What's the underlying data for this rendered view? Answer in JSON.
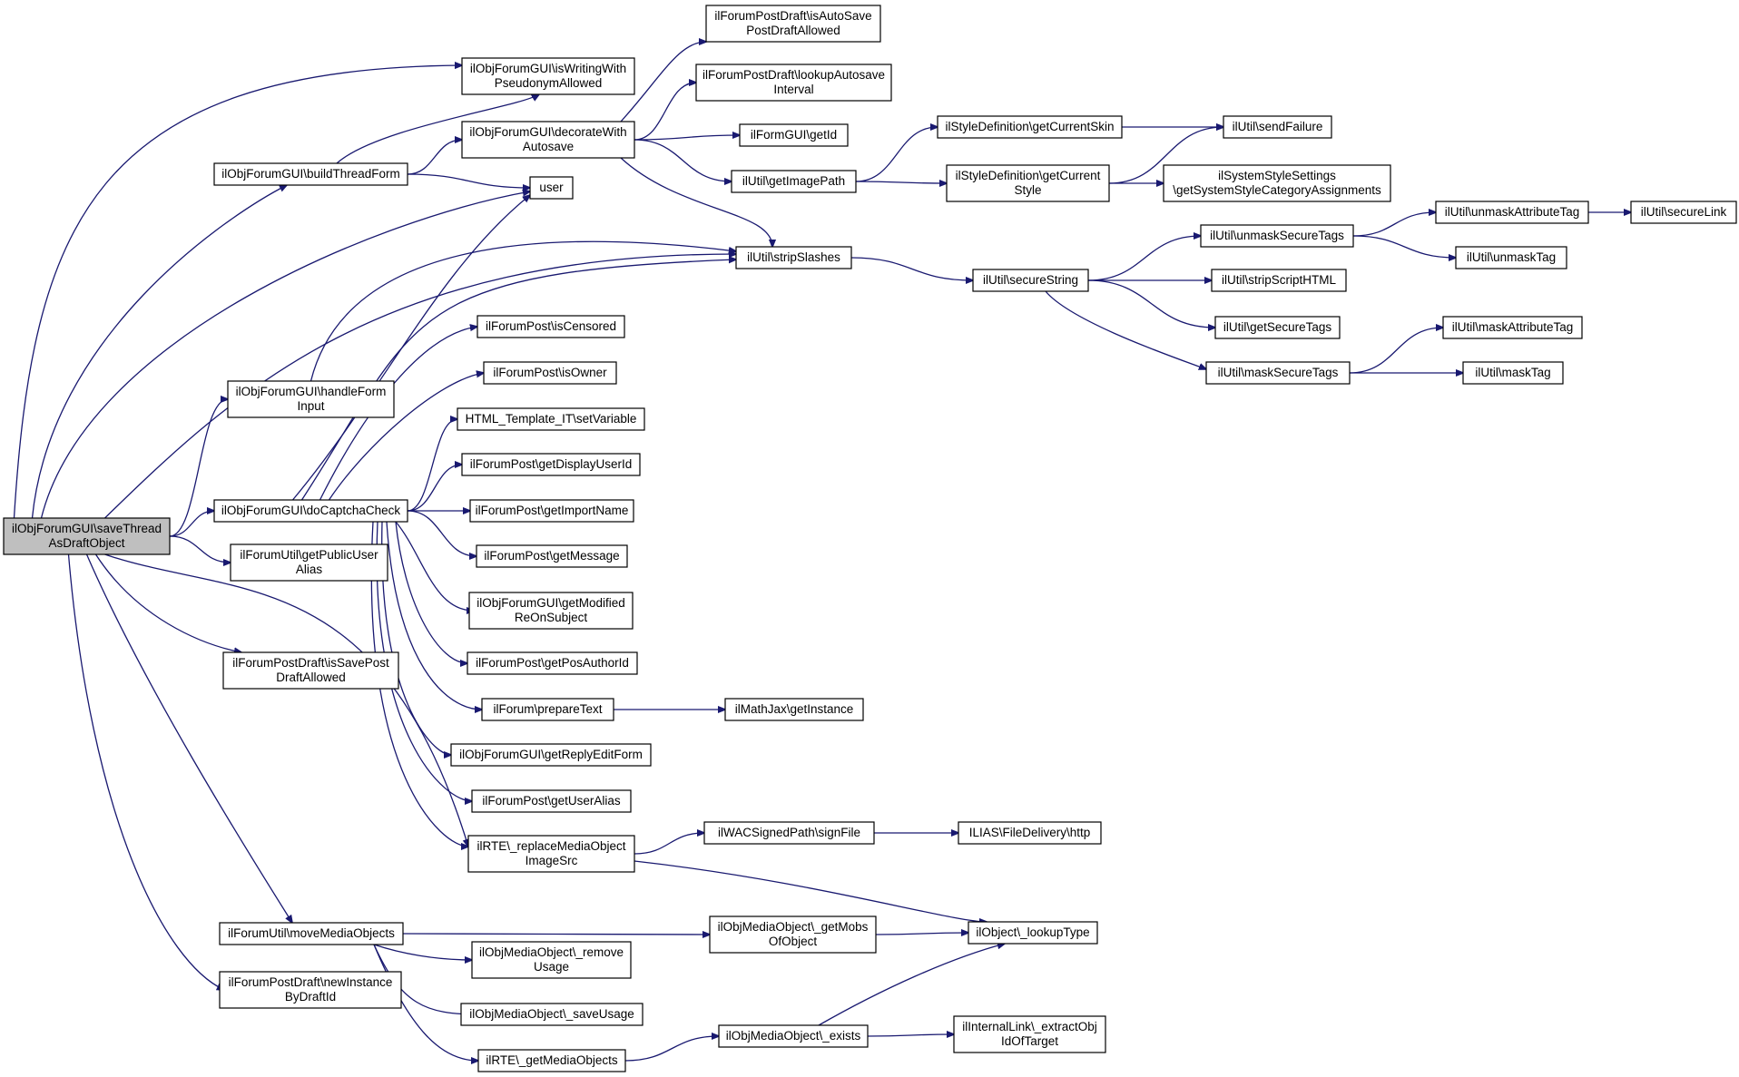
{
  "diagram": {
    "type": "call-graph",
    "colors": {
      "edge": "#191970",
      "node_border": "#000000",
      "root_fill": "#bfbfbf",
      "node_fill": "#ffffff"
    },
    "nodes": [
      {
        "id": "saveThread",
        "lines": [
          "ilObjForumGUI\\saveThread",
          "AsDraftObject"
        ],
        "root": true
      },
      {
        "id": "buildThreadForm",
        "lines": [
          "ilObjForumGUI\\buildThreadForm"
        ]
      },
      {
        "id": "isWritingWith",
        "lines": [
          "ilObjForumGUI\\isWritingWith",
          "PseudonymAllowed"
        ]
      },
      {
        "id": "decorateWith",
        "lines": [
          "ilObjForumGUI\\decorateWith",
          "Autosave"
        ]
      },
      {
        "id": "user",
        "lines": [
          "user"
        ]
      },
      {
        "id": "isAutoSave",
        "lines": [
          "ilForumPostDraft\\isAutoSave",
          "PostDraftAllowed"
        ]
      },
      {
        "id": "lookupAutosave",
        "lines": [
          "ilForumPostDraft\\lookupAutosave",
          "Interval"
        ]
      },
      {
        "id": "formGetId",
        "lines": [
          "ilFormGUI\\getId"
        ]
      },
      {
        "id": "getImagePath",
        "lines": [
          "ilUtil\\getImagePath"
        ]
      },
      {
        "id": "getCurrentSkin",
        "lines": [
          "ilStyleDefinition\\getCurrentSkin"
        ]
      },
      {
        "id": "getCurrentStyle",
        "lines": [
          "ilStyleDefinition\\getCurrent",
          "Style"
        ]
      },
      {
        "id": "sendFailure",
        "lines": [
          "ilUtil\\sendFailure"
        ]
      },
      {
        "id": "sysStyle",
        "lines": [
          "ilSystemStyleSettings",
          "\\getSystemStyleCategoryAssignments"
        ]
      },
      {
        "id": "stripSlashes",
        "lines": [
          "ilUtil\\stripSlashes"
        ]
      },
      {
        "id": "secureString",
        "lines": [
          "ilUtil\\secureString"
        ]
      },
      {
        "id": "unmaskSecureTags",
        "lines": [
          "ilUtil\\unmaskSecureTags"
        ]
      },
      {
        "id": "unmaskAttributeTag",
        "lines": [
          "ilUtil\\unmaskAttributeTag"
        ]
      },
      {
        "id": "secureLink",
        "lines": [
          "ilUtil\\secureLink"
        ]
      },
      {
        "id": "unmaskTag",
        "lines": [
          "ilUtil\\unmaskTag"
        ]
      },
      {
        "id": "stripScriptHTML",
        "lines": [
          "ilUtil\\stripScriptHTML"
        ]
      },
      {
        "id": "getSecureTags",
        "lines": [
          "ilUtil\\getSecureTags"
        ]
      },
      {
        "id": "maskSecureTags",
        "lines": [
          "ilUtil\\maskSecureTags"
        ]
      },
      {
        "id": "maskAttributeTag",
        "lines": [
          "ilUtil\\maskAttributeTag"
        ]
      },
      {
        "id": "maskTag",
        "lines": [
          "ilUtil\\maskTag"
        ]
      },
      {
        "id": "handleFormInput",
        "lines": [
          "ilObjForumGUI\\handleForm",
          "Input"
        ]
      },
      {
        "id": "doCaptchaCheck",
        "lines": [
          "ilObjForumGUI\\doCaptchaCheck"
        ]
      },
      {
        "id": "isCensored",
        "lines": [
          "ilForumPost\\isCensored"
        ]
      },
      {
        "id": "isOwner",
        "lines": [
          "ilForumPost\\isOwner"
        ]
      },
      {
        "id": "setVariable",
        "lines": [
          "HTML_Template_IT\\setVariable"
        ]
      },
      {
        "id": "getDisplayUserId",
        "lines": [
          "ilForumPost\\getDisplayUserId"
        ]
      },
      {
        "id": "getImportName",
        "lines": [
          "ilForumPost\\getImportName"
        ]
      },
      {
        "id": "getMessage",
        "lines": [
          "ilForumPost\\getMessage"
        ]
      },
      {
        "id": "getModified",
        "lines": [
          "ilObjForumGUI\\getModified",
          "ReOnSubject"
        ]
      },
      {
        "id": "getPosAuthorId",
        "lines": [
          "ilForumPost\\getPosAuthorId"
        ]
      },
      {
        "id": "prepareText",
        "lines": [
          "ilForum\\prepareText"
        ]
      },
      {
        "id": "mathJax",
        "lines": [
          "ilMathJax\\getInstance"
        ]
      },
      {
        "id": "getReplyEditForm",
        "lines": [
          "ilObjForumGUI\\getReplyEditForm"
        ]
      },
      {
        "id": "getUserAlias",
        "lines": [
          "ilForumPost\\getUserAlias"
        ]
      },
      {
        "id": "replaceMedia",
        "lines": [
          "ilRTE\\_replaceMediaObject",
          "ImageSrc"
        ]
      },
      {
        "id": "signFile",
        "lines": [
          "ilWACSignedPath\\signFile"
        ]
      },
      {
        "id": "fileDelivery",
        "lines": [
          "ILIAS\\FileDelivery\\http"
        ]
      },
      {
        "id": "getPublicUserAlias",
        "lines": [
          "ilForumUtil\\getPublicUser",
          "Alias"
        ]
      },
      {
        "id": "isSavePost",
        "lines": [
          "ilForumPostDraft\\isSavePost",
          "DraftAllowed"
        ]
      },
      {
        "id": "moveMediaObjects",
        "lines": [
          "ilForumUtil\\moveMediaObjects"
        ]
      },
      {
        "id": "getMobs",
        "lines": [
          "ilObjMediaObject\\_getMobs",
          "OfObject"
        ]
      },
      {
        "id": "lookupType",
        "lines": [
          "ilObject\\_lookupType"
        ]
      },
      {
        "id": "removeUsage",
        "lines": [
          "ilObjMediaObject\\_remove",
          "Usage"
        ]
      },
      {
        "id": "saveUsage",
        "lines": [
          "ilObjMediaObject\\_saveUsage"
        ]
      },
      {
        "id": "getMediaObjects",
        "lines": [
          "ilRTE\\_getMediaObjects"
        ]
      },
      {
        "id": "mobExists",
        "lines": [
          "ilObjMediaObject\\_exists"
        ]
      },
      {
        "id": "extractObj",
        "lines": [
          "ilInternalLink\\_extractObj",
          "IdOfTarget"
        ]
      },
      {
        "id": "newInstance",
        "lines": [
          "ilForumPostDraft\\newInstance",
          "ByDraftId"
        ]
      }
    ],
    "edges": [
      [
        "saveThread",
        "buildThreadForm"
      ],
      [
        "saveThread",
        "isWritingWith"
      ],
      [
        "saveThread",
        "user"
      ],
      [
        "saveThread",
        "stripSlashes"
      ],
      [
        "saveThread",
        "handleFormInput"
      ],
      [
        "saveThread",
        "doCaptchaCheck"
      ],
      [
        "saveThread",
        "getPublicUserAlias"
      ],
      [
        "saveThread",
        "isSavePost"
      ],
      [
        "saveThread",
        "replaceMedia"
      ],
      [
        "saveThread",
        "moveMediaObjects"
      ],
      [
        "saveThread",
        "newInstance"
      ],
      [
        "buildThreadForm",
        "isWritingWith"
      ],
      [
        "buildThreadForm",
        "decorateWith"
      ],
      [
        "buildThreadForm",
        "user"
      ],
      [
        "decorateWith",
        "isAutoSave"
      ],
      [
        "decorateWith",
        "lookupAutosave"
      ],
      [
        "decorateWith",
        "formGetId"
      ],
      [
        "decorateWith",
        "getImagePath"
      ],
      [
        "decorateWith",
        "stripSlashes"
      ],
      [
        "getImagePath",
        "getCurrentSkin"
      ],
      [
        "getImagePath",
        "getCurrentStyle"
      ],
      [
        "getCurrentSkin",
        "sendFailure"
      ],
      [
        "getCurrentStyle",
        "sendFailure"
      ],
      [
        "getCurrentStyle",
        "sysStyle"
      ],
      [
        "stripSlashes",
        "secureString"
      ],
      [
        "secureString",
        "unmaskSecureTags"
      ],
      [
        "secureString",
        "stripScriptHTML"
      ],
      [
        "secureString",
        "getSecureTags"
      ],
      [
        "secureString",
        "maskSecureTags"
      ],
      [
        "unmaskSecureTags",
        "unmaskAttributeTag"
      ],
      [
        "unmaskSecureTags",
        "unmaskTag"
      ],
      [
        "unmaskAttributeTag",
        "secureLink"
      ],
      [
        "maskSecureTags",
        "maskAttributeTag"
      ],
      [
        "maskSecureTags",
        "maskTag"
      ],
      [
        "handleFormInput",
        "stripSlashes"
      ],
      [
        "doCaptchaCheck",
        "user"
      ],
      [
        "doCaptchaCheck",
        "stripSlashes"
      ],
      [
        "doCaptchaCheck",
        "isCensored"
      ],
      [
        "doCaptchaCheck",
        "isOwner"
      ],
      [
        "doCaptchaCheck",
        "setVariable"
      ],
      [
        "doCaptchaCheck",
        "getDisplayUserId"
      ],
      [
        "doCaptchaCheck",
        "getImportName"
      ],
      [
        "doCaptchaCheck",
        "getMessage"
      ],
      [
        "doCaptchaCheck",
        "getModified"
      ],
      [
        "doCaptchaCheck",
        "getPosAuthorId"
      ],
      [
        "doCaptchaCheck",
        "prepareText"
      ],
      [
        "doCaptchaCheck",
        "getReplyEditForm"
      ],
      [
        "doCaptchaCheck",
        "getUserAlias"
      ],
      [
        "doCaptchaCheck",
        "replaceMedia"
      ],
      [
        "prepareText",
        "mathJax"
      ],
      [
        "replaceMedia",
        "signFile"
      ],
      [
        "replaceMedia",
        "lookupType"
      ],
      [
        "signFile",
        "fileDelivery"
      ],
      [
        "moveMediaObjects",
        "getMobs"
      ],
      [
        "moveMediaObjects",
        "removeUsage"
      ],
      [
        "moveMediaObjects",
        "saveUsage"
      ],
      [
        "moveMediaObjects",
        "getMediaObjects"
      ],
      [
        "getMobs",
        "lookupType"
      ],
      [
        "getMediaObjects",
        "mobExists"
      ],
      [
        "mobExists",
        "lookupType"
      ],
      [
        "mobExists",
        "extractObj"
      ]
    ]
  }
}
